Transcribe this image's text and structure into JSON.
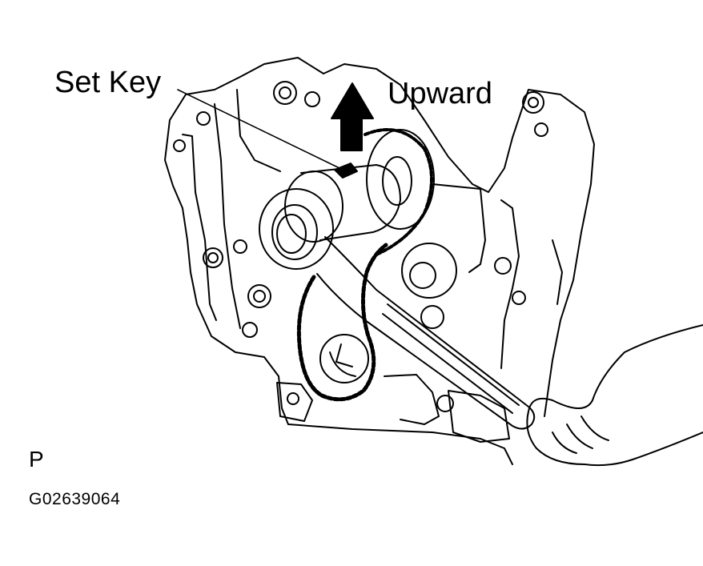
{
  "labels": {
    "set_key": "Set Key",
    "upward": "Upward",
    "view_code": "P",
    "figure_id": "G02639064"
  },
  "colors": {
    "ink": "#000000",
    "paper": "#ffffff"
  }
}
